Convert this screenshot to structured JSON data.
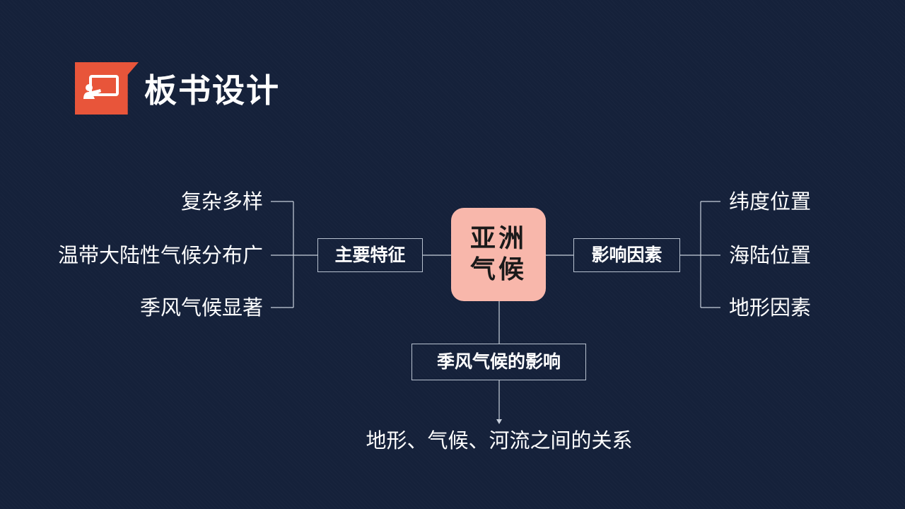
{
  "header": {
    "title": "板书设计"
  },
  "diagram": {
    "center": {
      "line1": "亚洲",
      "line2": "气候"
    },
    "left_branch": {
      "label": "主要特征",
      "items": [
        "复杂多样",
        "温带大陆性气候分布广",
        "季风气候显著"
      ]
    },
    "right_branch": {
      "label": "影响因素",
      "items": [
        "纬度位置",
        "海陆位置",
        "地形因素"
      ]
    },
    "bottom_branch": {
      "label": "季风气候的影响",
      "result": "地形、气候、河流之间的关系"
    }
  },
  "icons": {
    "logo": "teacher-board-icon"
  },
  "colors": {
    "background": "#15213a",
    "accent": "#e8553a",
    "center_fill": "#f8b7ab"
  }
}
